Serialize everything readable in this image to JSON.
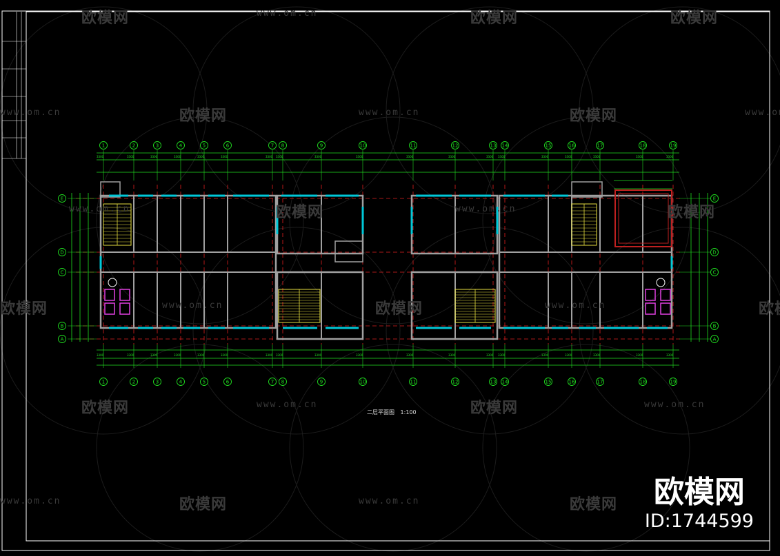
{
  "drawing": {
    "title": "二层平面图",
    "scale": "1:100"
  },
  "grid_axes": {
    "horizontal": [
      "1",
      "2",
      "3",
      "4",
      "5",
      "6",
      "7",
      "8",
      "9",
      "10",
      "11",
      "12",
      "13",
      "14",
      "15",
      "16",
      "17",
      "18",
      "19"
    ],
    "vertical": [
      "A",
      "B",
      "C",
      "D",
      "E"
    ]
  },
  "watermark": {
    "brand_text": "欧模网",
    "url_text": "www.om.cn",
    "id_text": "ID:1744599"
  },
  "colors": {
    "background": "#000000",
    "frame": "#ffffff",
    "walls": "#a0a0a0",
    "axis_lines": "#e02020",
    "dimensions": "#20e020",
    "windows": "#00c8d8",
    "stairs": "#e8e040",
    "sanitary": "#e040e0",
    "watermark": "#3a3a3a"
  }
}
